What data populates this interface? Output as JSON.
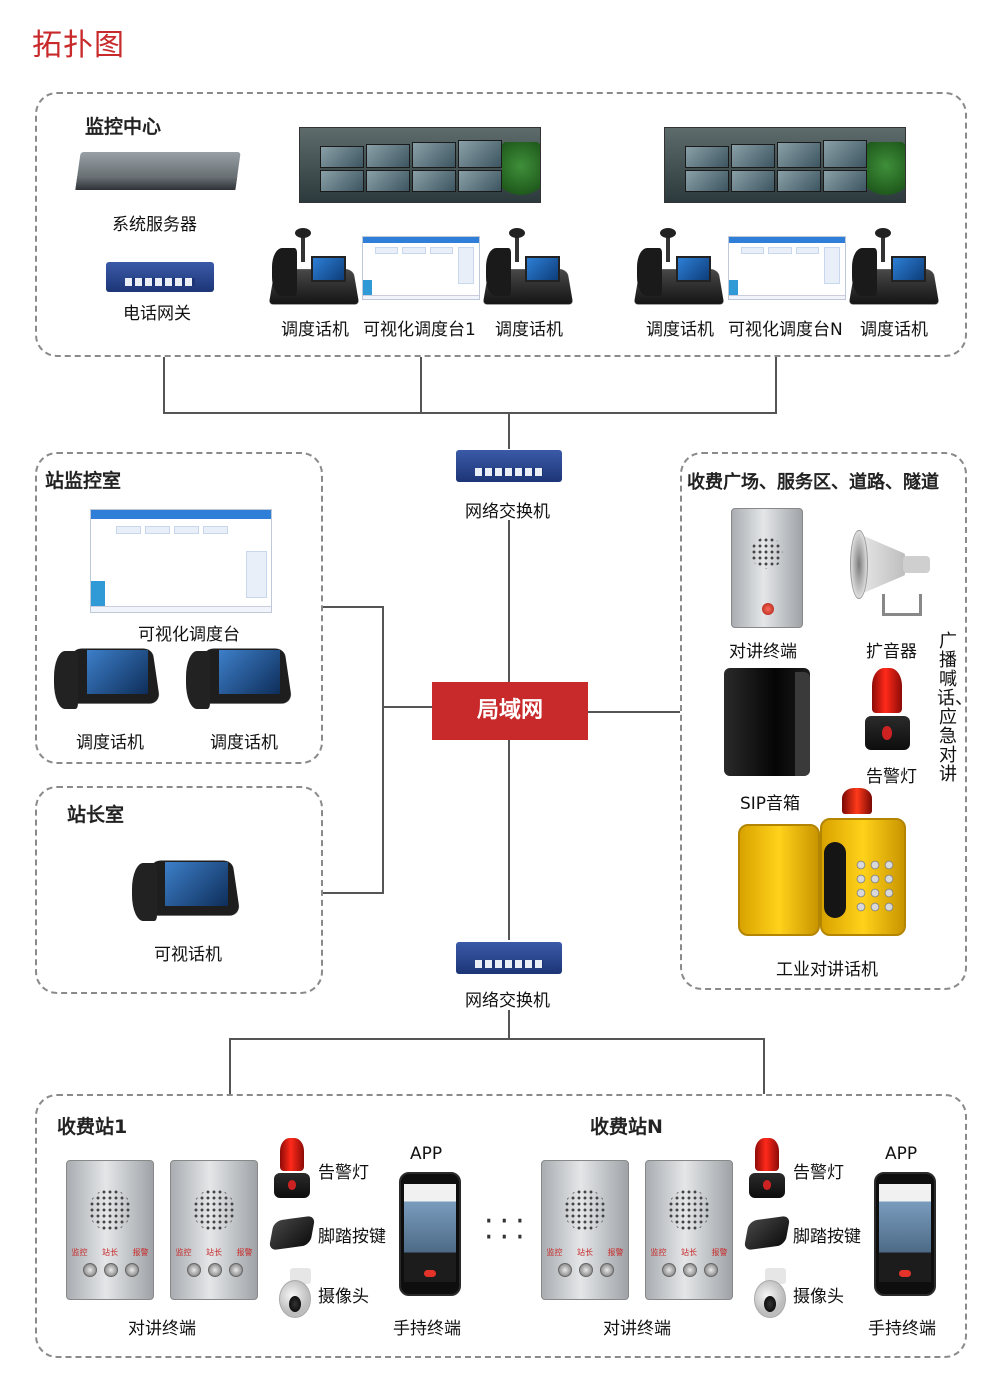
{
  "page": {
    "title": "拓扑图"
  },
  "monitoring_center": {
    "title": "监控中心",
    "server_label": "系统服务器",
    "gateway_label": "电话网关",
    "group1": {
      "left_phone": "调度话机",
      "console": "可视化调度台1",
      "right_phone": "调度话机"
    },
    "groupN": {
      "left_phone": "调度话机",
      "console": "可视化调度台N",
      "right_phone": "调度话机"
    }
  },
  "switch_top": {
    "label": "网络交换机"
  },
  "switch_bottom": {
    "label": "网络交换机"
  },
  "lan": {
    "label": "局域网"
  },
  "station_monitoring": {
    "title": "站监控室",
    "console_label": "可视化调度台",
    "phone1_label": "调度话机",
    "phone2_label": "调度话机"
  },
  "station_master": {
    "title": "站长室",
    "phone_label": "可视话机"
  },
  "field": {
    "title": "收费广场、服务区、道路、隧道",
    "intercom_label": "对讲终端",
    "horn_label": "扩音器",
    "speaker_label": "SIP音箱",
    "alarm_label": "告警灯",
    "industrial_label": "工业对讲话机",
    "side_note": "广播喊话、应急对讲"
  },
  "toll_stations": {
    "station1": {
      "title": "收费站1",
      "intercom_label": "对讲终端",
      "alarm_label": "告警灯",
      "pedal_label": "脚踏按键",
      "camera_label": "摄像头",
      "app_label": "APP",
      "handheld_label": "手持终端"
    },
    "stationN": {
      "title": "收费站N",
      "intercom_label": "对讲终端",
      "alarm_label": "告警灯",
      "pedal_label": "脚踏按键",
      "camera_label": "摄像头",
      "app_label": "APP",
      "handheld_label": "手持终端"
    },
    "ellipsis": "···\n···",
    "intercom_tags": "监控 站长 报警"
  },
  "colors": {
    "accent": "#c8292a",
    "line": "#555555",
    "border": "#8a8a8a"
  }
}
